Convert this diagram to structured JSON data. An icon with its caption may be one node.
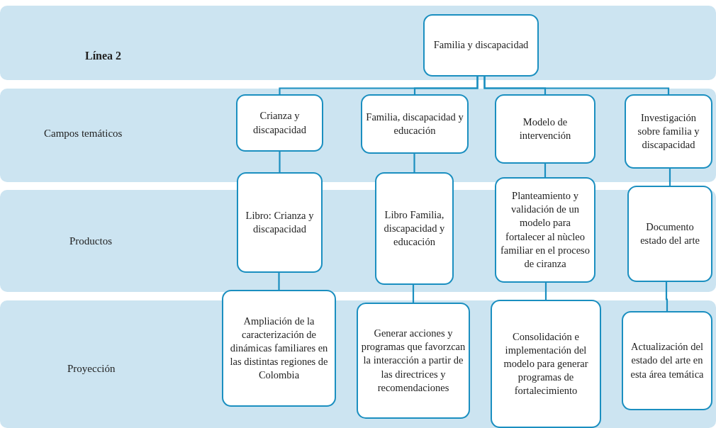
{
  "diagram": {
    "nodes": [
      {
        "text": [
          "Familia y discapacidad"
        ]
      },
      {
        "text": [
          "Crianza y discapacidad"
        ]
      },
      {
        "text": [
          "Familia, discapacidad y educación"
        ]
      },
      {
        "text": [
          "Modelo de intervención"
        ]
      },
      {
        "text": [
          "Investigación sobre familia y discapacidad"
        ]
      },
      {
        "text": [
          "Libro: Crianza y discapacidad"
        ]
      },
      {
        "text": [
          "Libro Familia, discapacidad y educación"
        ]
      },
      {
        "text": [
          "Planteamiento y validación de un modelo para fortalecer al nùcleo familiar en el proceso de ciranza"
        ]
      },
      {
        "text": [
          "Documento estado del arte"
        ]
      },
      {
        "text": [
          "Ampliación de la caracterización de dinámicas familiares en las distintas regiones de Colombia"
        ]
      },
      {
        "text": [
          "Generar acciones y programas que favorzcan la interacción a partir de las directrices y recomendaciones"
        ]
      },
      {
        "text": [
          "Consolidación e implementación del modelo para generar programas de fortalecimiento"
        ]
      },
      {
        "text": [
          "Actualización del estado del arte en esta área temática"
        ]
      }
    ],
    "edges": [
      {
        "from": 0,
        "to": 1,
        "arrow": "none"
      },
      {
        "from": 0,
        "to": 2,
        "arrow": "none"
      },
      {
        "from": 0,
        "to": 3,
        "arrow": "none"
      },
      {
        "from": 0,
        "to": 4,
        "arrow": "none"
      },
      {
        "from": 1,
        "to": 5,
        "arrow": "none"
      },
      {
        "from": 2,
        "to": 6,
        "arrow": "none"
      },
      {
        "from": 3,
        "to": 7,
        "arrow": "none"
      },
      {
        "from": 4,
        "to": 8,
        "arrow": "none"
      },
      {
        "from": 5,
        "to": 9,
        "arrow": "none"
      },
      {
        "from": 6,
        "to": 10,
        "arrow": "none"
      },
      {
        "from": 7,
        "to": 11,
        "arrow": "none"
      },
      {
        "from": 8,
        "to": 12,
        "arrow": "none"
      }
    ],
    "labels": [
      "Línea 2",
      "Campos temáticos",
      "Productos",
      "Proyección"
    ]
  }
}
